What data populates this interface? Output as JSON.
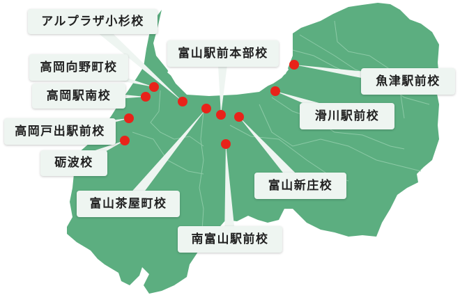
{
  "colors": {
    "land": "#5cae80",
    "border": "#8ccaa6",
    "dot": "#e8231a",
    "label_bg": "#eef5f1",
    "pointer": "#eef5f1",
    "text": "#222222"
  },
  "schools": [
    {
      "name": "アルプラザ小杉校",
      "dot": [
        262,
        146
      ],
      "label": [
        40,
        13,
        186,
        36
      ]
    },
    {
      "name": "高岡向野町校",
      "dot": [
        221,
        125
      ],
      "label": [
        42,
        78,
        142,
        38
      ]
    },
    {
      "name": "高岡駅南校",
      "dot": [
        209,
        139
      ],
      "label": [
        46,
        120,
        134,
        36
      ]
    },
    {
      "name": "高岡戸出駅前校",
      "dot": [
        185,
        170
      ],
      "label": [
        6,
        170,
        160,
        38
      ]
    },
    {
      "name": "砺波校",
      "dot": [
        179,
        202
      ],
      "label": [
        58,
        216,
        96,
        37
      ]
    },
    {
      "name": "富山茶屋町校",
      "dot": [
        296,
        156
      ],
      "label": [
        110,
        274,
        148,
        38
      ]
    },
    {
      "name": "富山駅前本部校",
      "dot": [
        317,
        165
      ],
      "label": [
        240,
        58,
        160,
        38
      ]
    },
    {
      "name": "富山新庄校",
      "dot": [
        343,
        168
      ],
      "label": [
        365,
        248,
        132,
        38
      ]
    },
    {
      "name": "南富山駅前校",
      "dot": [
        324,
        207
      ],
      "label": [
        255,
        325,
        150,
        38
      ]
    },
    {
      "name": "魚津駅前校",
      "dot": [
        422,
        93
      ],
      "label": [
        518,
        98,
        135,
        38
      ]
    },
    {
      "name": "滑川駅前校",
      "dot": [
        395,
        131
      ],
      "label": [
        430,
        148,
        136,
        38
      ]
    }
  ]
}
